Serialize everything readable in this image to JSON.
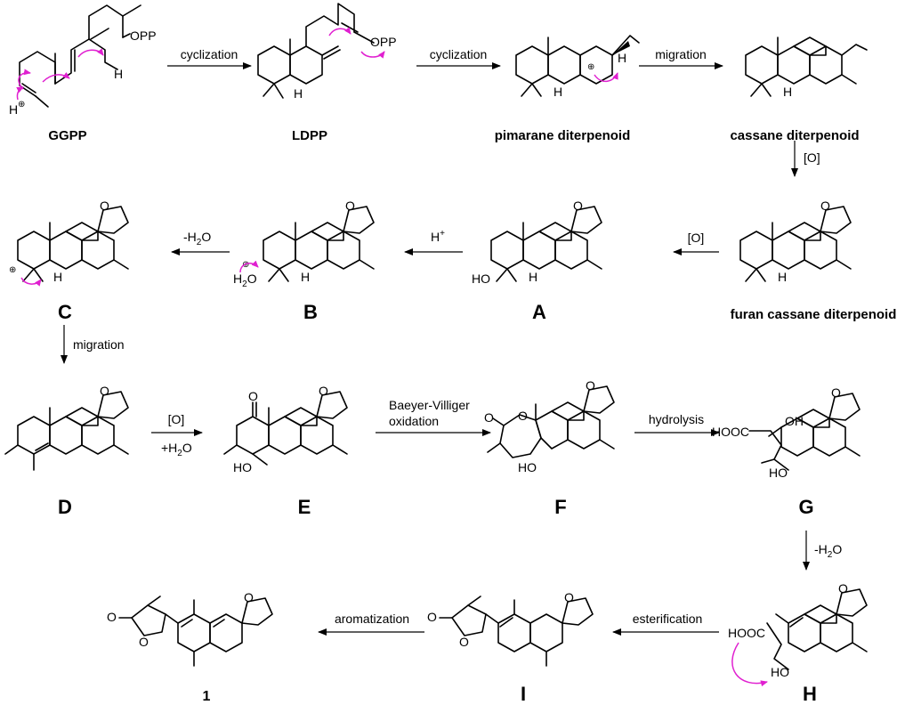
{
  "compounds": {
    "ggpp": "GGPP",
    "ldpp": "LDPP",
    "pimarane": "pimarane diterpenoid",
    "cassane": "cassane diterpenoid",
    "furan_cassane": "furan cassane diterpenoid",
    "a": "A",
    "b": "B",
    "c": "C",
    "d": "D",
    "e": "E",
    "f": "F",
    "g": "G",
    "h": "H",
    "i": "I",
    "p1": "1"
  },
  "steps": {
    "cyclization1": "cyclization",
    "cyclization2": "cyclization",
    "migration1": "migration",
    "oxidation1": "[O]",
    "oxidation2": "[O]",
    "protonation": "H",
    "protonation_sup": "+",
    "dehydration1": "-H",
    "dehydration1_sub": "2",
    "dehydration1_tail": "O",
    "migration2": "migration",
    "oxidation3": "[O]",
    "hydration": "+H",
    "hydration_sub": "2",
    "hydration_tail": "O",
    "bv1": "Baeyer-Villiger",
    "bv2": "oxidation",
    "hydrolysis": "hydrolysis",
    "dehydration2": "-H",
    "dehydration2_sub": "2",
    "dehydration2_tail": "O",
    "esterification": "esterification",
    "aromatization": "aromatization"
  },
  "atoms": {
    "opp": "OPP",
    "h": "H",
    "hplus": "H",
    "plus": "⊕",
    "o": "O",
    "ho": "HO",
    "h2o": "H",
    "h2o_sub": "2",
    "h2o_tail": "O",
    "hooc": "HOOC",
    "oh": "OH"
  }
}
